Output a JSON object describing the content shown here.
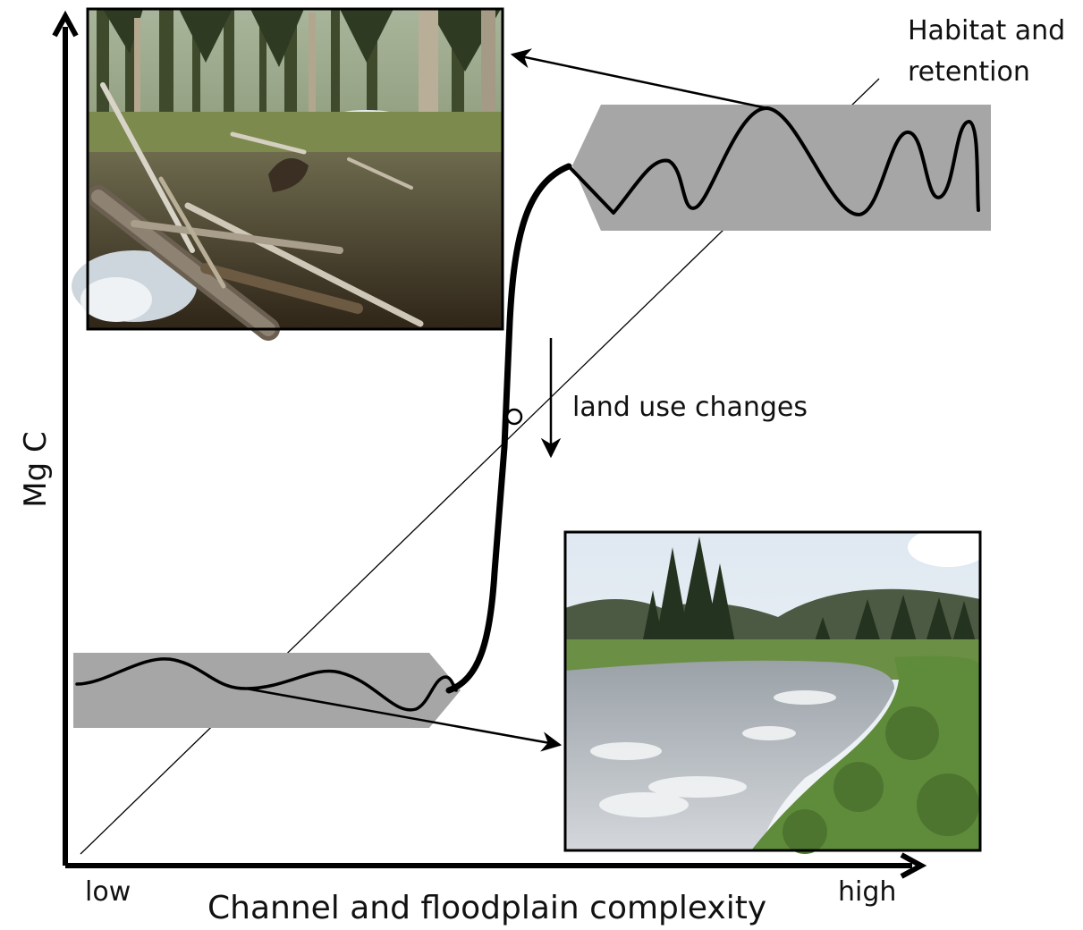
{
  "axes": {
    "y_label": "Mg C",
    "x_label": "Channel and floodplain complexity",
    "x_low": "low",
    "x_high": "high"
  },
  "annotations": {
    "habitat_line1": "Habitat and",
    "habitat_line2": "retention",
    "land_use": "land use changes"
  },
  "photos": {
    "top": "forested stream with large woody debris jam",
    "bottom": "open meadow river with riffles and bushy banks"
  },
  "colors": {
    "band": "#a6a6a6",
    "line": "#000000",
    "water_dark": "#3a3428",
    "forest": "#4d5a3a",
    "river": "#c9ccd0",
    "sky": "#e9eef3",
    "shrub": "#5f8c3a"
  }
}
